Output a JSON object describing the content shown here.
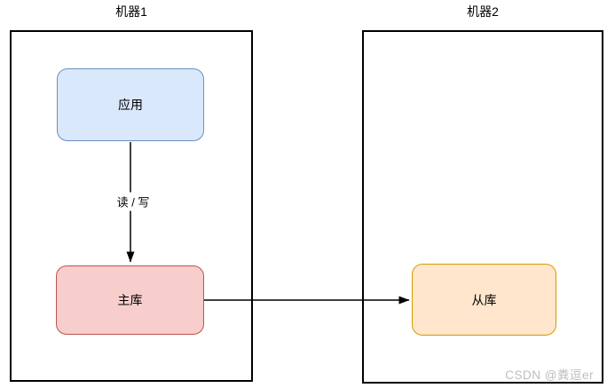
{
  "diagram": {
    "machine1": {
      "title": "机器1"
    },
    "machine2": {
      "title": "机器2"
    },
    "nodes": {
      "app": {
        "label": "应用",
        "fill": "#dae8fc",
        "stroke": "#6c8ebf"
      },
      "master": {
        "label": "主库",
        "fill": "#f8cecc",
        "stroke": "#b85450"
      },
      "slave": {
        "label": "从库",
        "fill": "#ffe6cc",
        "stroke": "#d79b00"
      }
    },
    "edges": {
      "app_to_master": {
        "label": "读 / 写"
      },
      "master_to_slave": {
        "label": ""
      }
    },
    "colors": {
      "container_border": "#000000",
      "arrow": "#000000",
      "watermark_gray": "#bdbdbd"
    },
    "watermark": "CSDN @粪逗er"
  }
}
